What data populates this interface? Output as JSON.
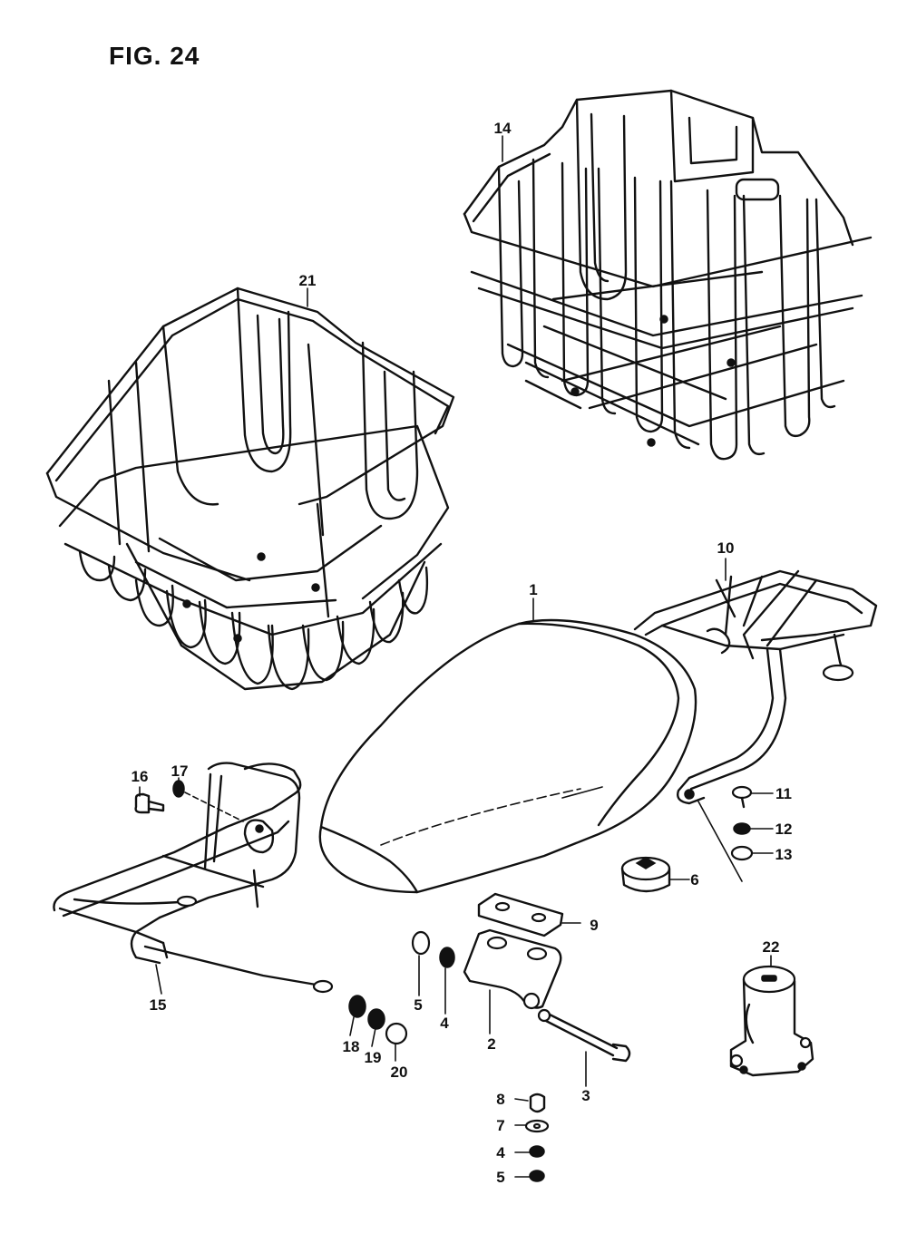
{
  "figure": {
    "title": "FIG. 24"
  },
  "callouts": [
    {
      "id": "c1",
      "label": "1"
    },
    {
      "id": "c2",
      "label": "2"
    },
    {
      "id": "c3",
      "label": "3"
    },
    {
      "id": "c4a",
      "label": "4"
    },
    {
      "id": "c4b",
      "label": "4"
    },
    {
      "id": "c5a",
      "label": "5"
    },
    {
      "id": "c5b",
      "label": "5"
    },
    {
      "id": "c6",
      "label": "6"
    },
    {
      "id": "c7",
      "label": "7"
    },
    {
      "id": "c8",
      "label": "8"
    },
    {
      "id": "c9",
      "label": "9"
    },
    {
      "id": "c10",
      "label": "10"
    },
    {
      "id": "c11",
      "label": "11"
    },
    {
      "id": "c12",
      "label": "12"
    },
    {
      "id": "c13",
      "label": "13"
    },
    {
      "id": "c14",
      "label": "14"
    },
    {
      "id": "c15",
      "label": "15"
    },
    {
      "id": "c16",
      "label": "16"
    },
    {
      "id": "c17",
      "label": "17"
    },
    {
      "id": "c18",
      "label": "18"
    },
    {
      "id": "c19",
      "label": "19"
    },
    {
      "id": "c20",
      "label": "20"
    },
    {
      "id": "c21",
      "label": "21"
    },
    {
      "id": "c22",
      "label": "22"
    }
  ]
}
